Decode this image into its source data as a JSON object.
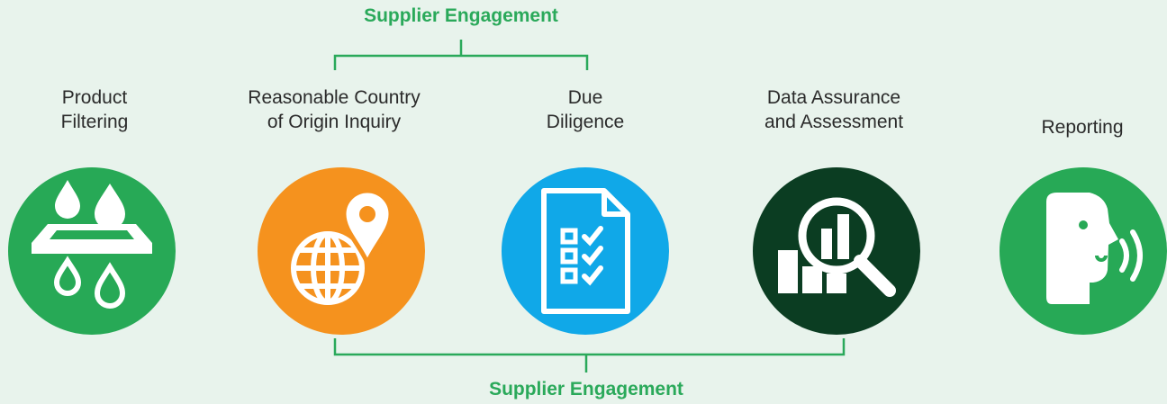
{
  "engagement_top": "Supplier Engagement",
  "engagement_bottom": "Supplier Engagement",
  "steps": [
    {
      "line1": "Product",
      "line2": "Filtering",
      "color": "#27a956",
      "icon": "water-filter-icon"
    },
    {
      "line1": "Reasonable Country",
      "line2": "of Origin Inquiry",
      "color": "#f5921e",
      "icon": "globe-location-icon"
    },
    {
      "line1": "Due",
      "line2": "Diligence",
      "color": "#10a8e8",
      "icon": "checklist-document-icon"
    },
    {
      "line1": "Data Assurance",
      "line2": "and Assessment",
      "color": "#0b3d22",
      "icon": "magnifier-chart-icon"
    },
    {
      "line1": "Reporting",
      "line2": "",
      "color": "#27a956",
      "icon": "speaking-head-icon"
    }
  ],
  "colors": {
    "accent": "#2aa95a",
    "background": "#e8f3ec",
    "text": "#2b2b2b"
  }
}
